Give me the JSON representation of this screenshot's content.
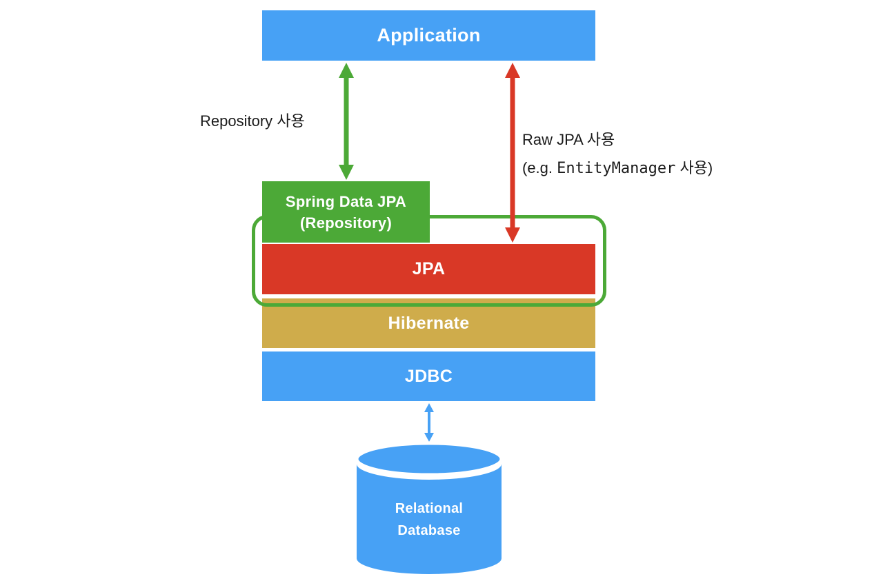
{
  "diagram": {
    "background": "#FFFFFF",
    "colors": {
      "blue": "#47A1F5",
      "green": "#4CA937",
      "red": "#D93826",
      "gold": "#CFAC4B",
      "white": "#FFFFFF",
      "label_text": "#1A1A1A"
    },
    "boxes": {
      "application": {
        "label": "Application"
      },
      "spring_data_jpa": {
        "label_line1": "Spring Data JPA",
        "label_line2": "(Repository)"
      },
      "jpa": {
        "label": "JPA"
      },
      "hibernate": {
        "label": "Hibernate"
      },
      "jdbc": {
        "label": "JDBC"
      }
    },
    "database": {
      "label_line1": "Relational",
      "label_line2": "Database"
    },
    "arrows": {
      "repository": {
        "label": "Repository 사용",
        "color": "#4CA937"
      },
      "raw_jpa": {
        "label_line1": "Raw JPA 사용",
        "label_line2_prefix": "(e.g. ",
        "label_line2_code": "EntityManager",
        "label_line2_suffix": " 사용)",
        "color": "#D93826"
      },
      "jdbc_to_database": {
        "color": "#47A1F5"
      }
    }
  }
}
